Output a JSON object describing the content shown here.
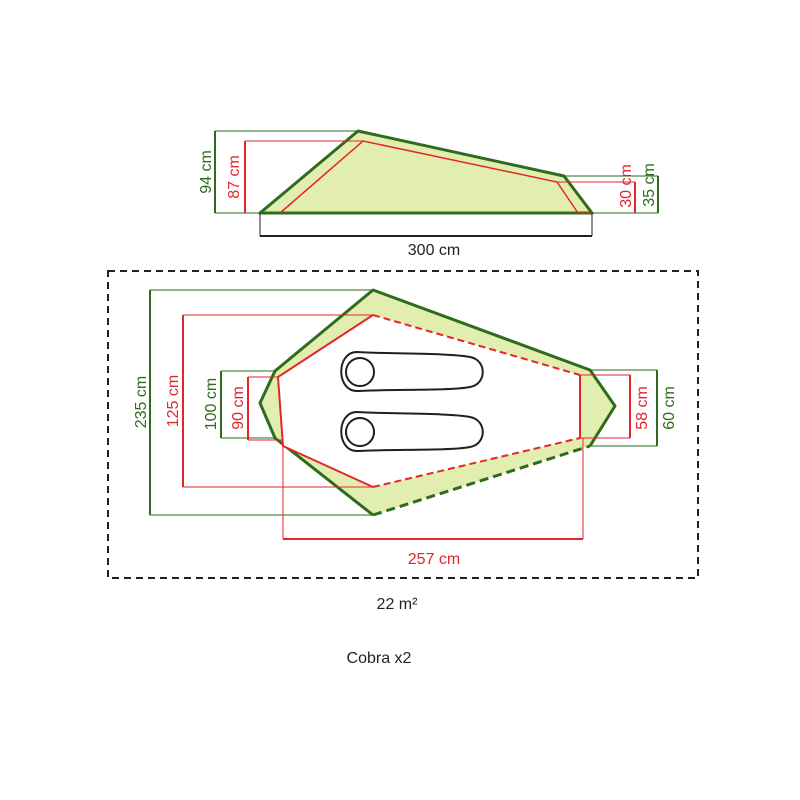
{
  "side_view": {
    "outer_height": "94 cm",
    "inner_height": "87 cm",
    "rear_inner_height": "30 cm",
    "rear_outer_height": "35 cm",
    "length": "300 cm"
  },
  "top_view": {
    "outer_width": "235 cm",
    "inner_width": "125 cm",
    "front_outer_width": "100 cm",
    "front_inner_width": "90 cm",
    "rear_inner_width": "58 cm",
    "rear_outer_width": "60 cm",
    "inner_length": "257 cm",
    "sleeping_pads": 2
  },
  "footprint_area": "22 m²",
  "model_name": "Cobra x2",
  "colors": {
    "outer_line": "#2e6b1c",
    "inner_line": "#e5252a",
    "fly_fill": "#e2eeb0",
    "text": "#231f20"
  }
}
